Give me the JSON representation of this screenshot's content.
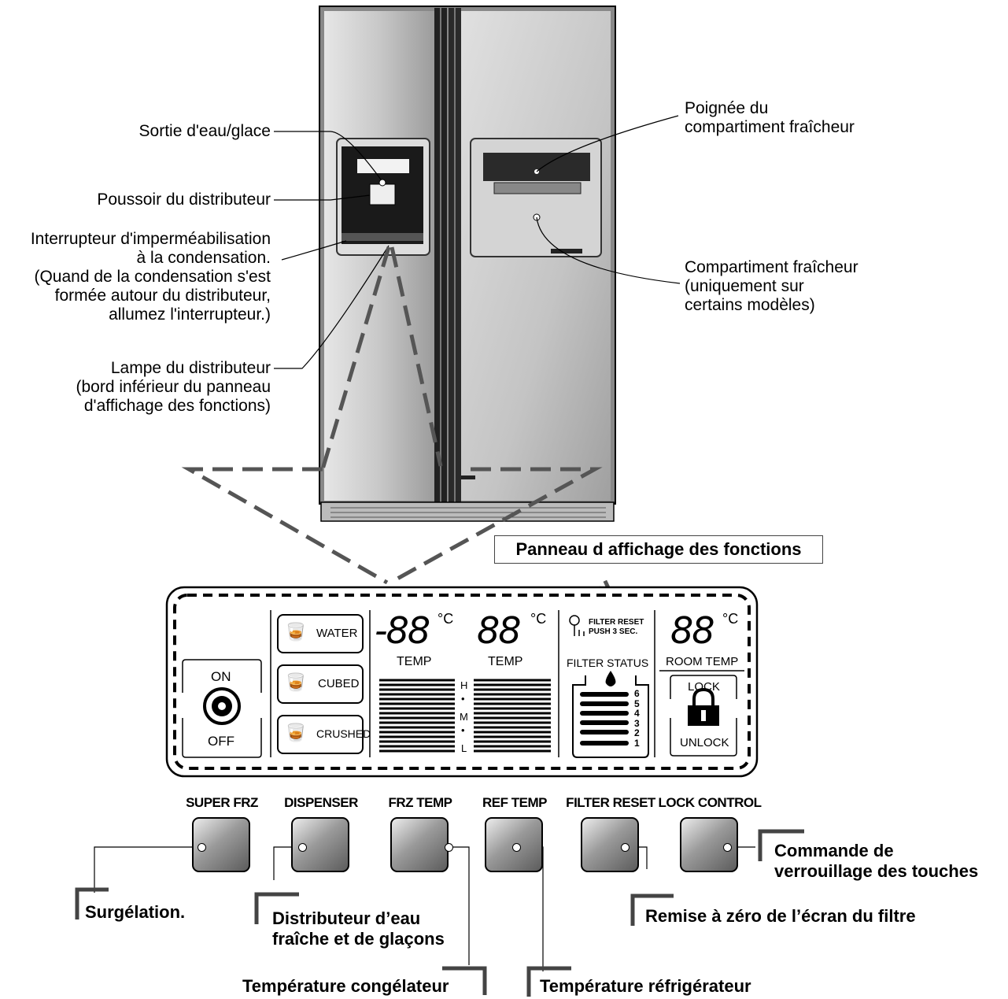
{
  "fridge": {
    "labels_left": [
      "Sortie d'eau/glace",
      "Poussoir du distributeur",
      "Interrupteur d'imperméabilisation\nà la condensation.\n(Quand de la condensation s'est\nformée autour du distributeur,\nallumez l'interrupteur.)",
      "Lampe du distributeur\n(bord inférieur du panneau\nd'affichage des fonctions)"
    ],
    "labels_right": [
      "Poignée du\ncompartiment fraîcheur",
      "Compartiment fraîcheur\n(uniquement sur\ncertains modèles)"
    ]
  },
  "panel": {
    "title": "Panneau d affichage des fonctions",
    "on_label": "ON",
    "off_label": "OFF",
    "modes": [
      "WATER",
      "CUBED",
      "CRUSHED"
    ],
    "freezer_display": "-88",
    "fridge_display": "88",
    "room_display": "88",
    "unit": "°C",
    "temp_label": "TEMP",
    "level_labels": [
      "H",
      "•",
      "M",
      "•",
      "L"
    ],
    "filter_reset_line1": "FILTER RESET",
    "filter_reset_line2": "PUSH 3 SEC.",
    "filter_status_label": "FILTER STATUS",
    "filter_levels": [
      "6",
      "5",
      "4",
      "3",
      "2",
      "1"
    ],
    "room_temp_label": "ROOM TEMP",
    "lock_label": "LOCK",
    "unlock_label": "UNLOCK"
  },
  "buttons": [
    "SUPER FRZ",
    "DISPENSER",
    "FRZ TEMP",
    "REF TEMP",
    "FILTER RESET",
    "LOCK CONTROL"
  ],
  "callouts": {
    "super_frz": "Surgélation.",
    "dispenser": "Distributeur d’eau\nfraîche et de glaçons",
    "frz_temp": "Température congélateur",
    "ref_temp": "Température réfrigérateur",
    "filter_reset": "Remise à zéro de l’écran du filtre",
    "lock_control": "Commande de\nverrouillage des touches"
  }
}
